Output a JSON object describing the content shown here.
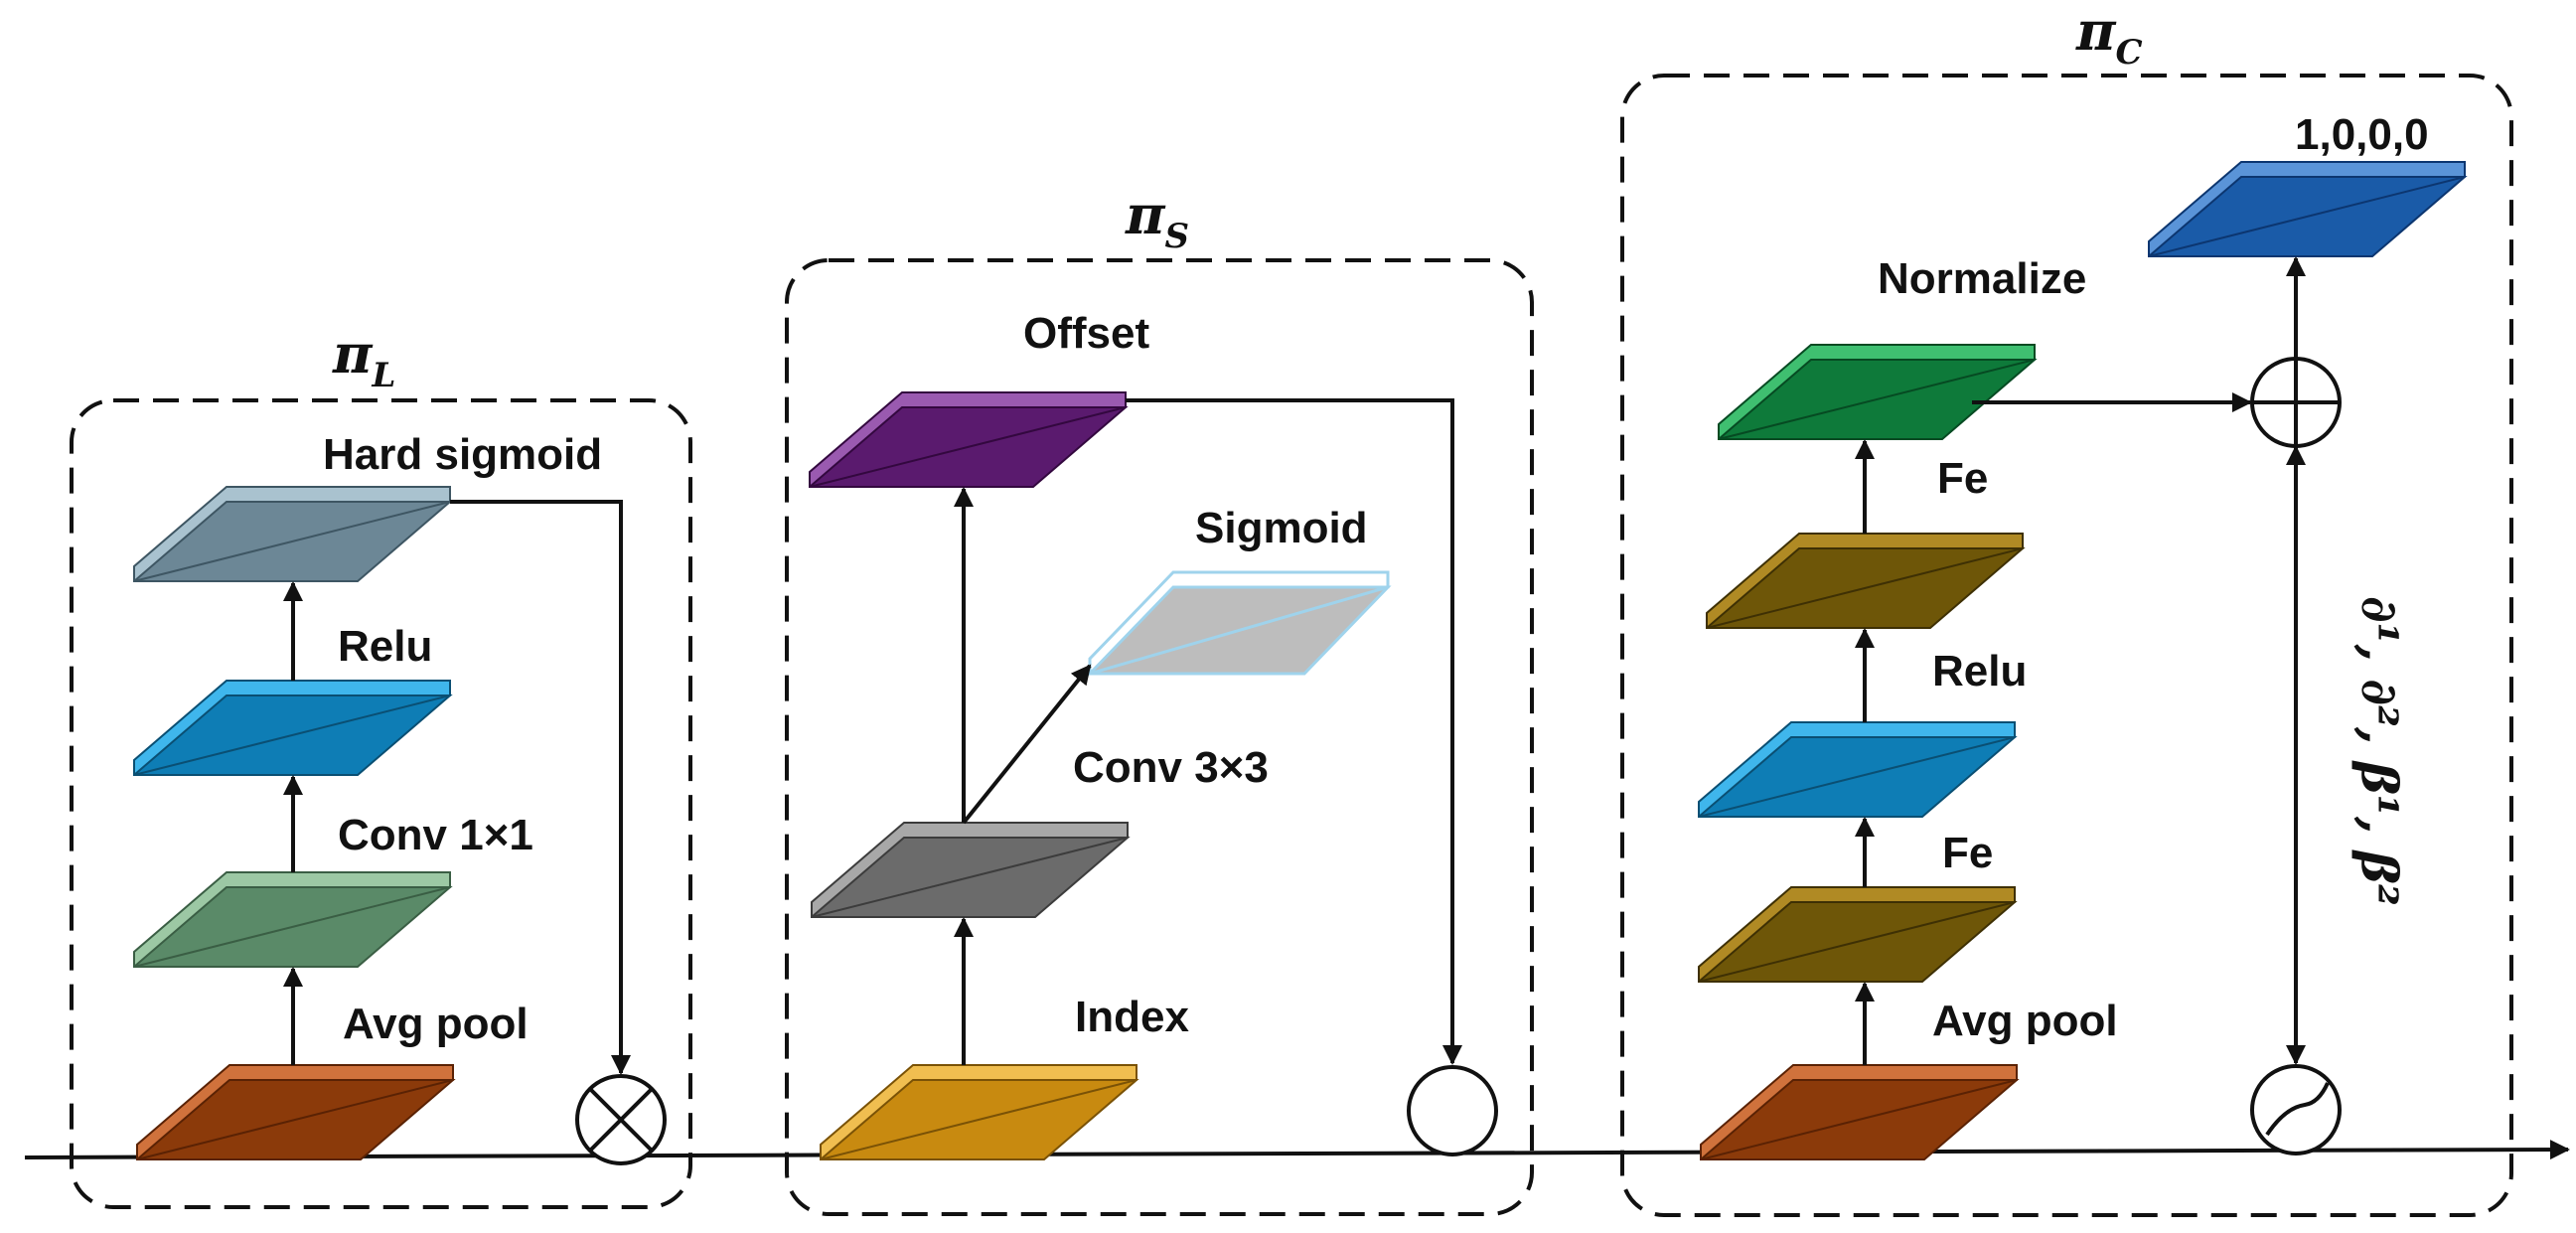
{
  "modules": {
    "pi_l": {
      "title": "π",
      "title_sub": "L",
      "layers": {
        "hard_sigmoid": "Hard sigmoid",
        "relu": "Relu",
        "conv": "Conv 1×1",
        "avg_pool": "Avg pool"
      }
    },
    "pi_s": {
      "title": "π",
      "title_sub": "S",
      "layers": {
        "offset": "Offset",
        "sigmoid": "Sigmoid",
        "conv": "Conv 3×3",
        "index": "Index"
      }
    },
    "pi_c": {
      "title": "π",
      "title_sub": "C",
      "layers": {
        "init": "1,0,0,0",
        "normalize": "Normalize",
        "fe_top": "Fe",
        "relu": "Relu",
        "fe_bottom": "Fe",
        "avg_pool": "Avg pool"
      },
      "params": "∂¹, ∂², β¹, β²"
    }
  },
  "colors": {
    "brown": "#8B3A0A",
    "slate": "#6C8796",
    "blue": "#0E7DB5",
    "green_light": "#5A8A68",
    "purple": "#5A1A6E",
    "gray_light": "#BDBDBD",
    "gray_dark": "#6B6B6B",
    "orange": "#C88A10",
    "green": "#0E7A3A",
    "olive": "#6E5608",
    "navy": "#1A5BA8"
  }
}
